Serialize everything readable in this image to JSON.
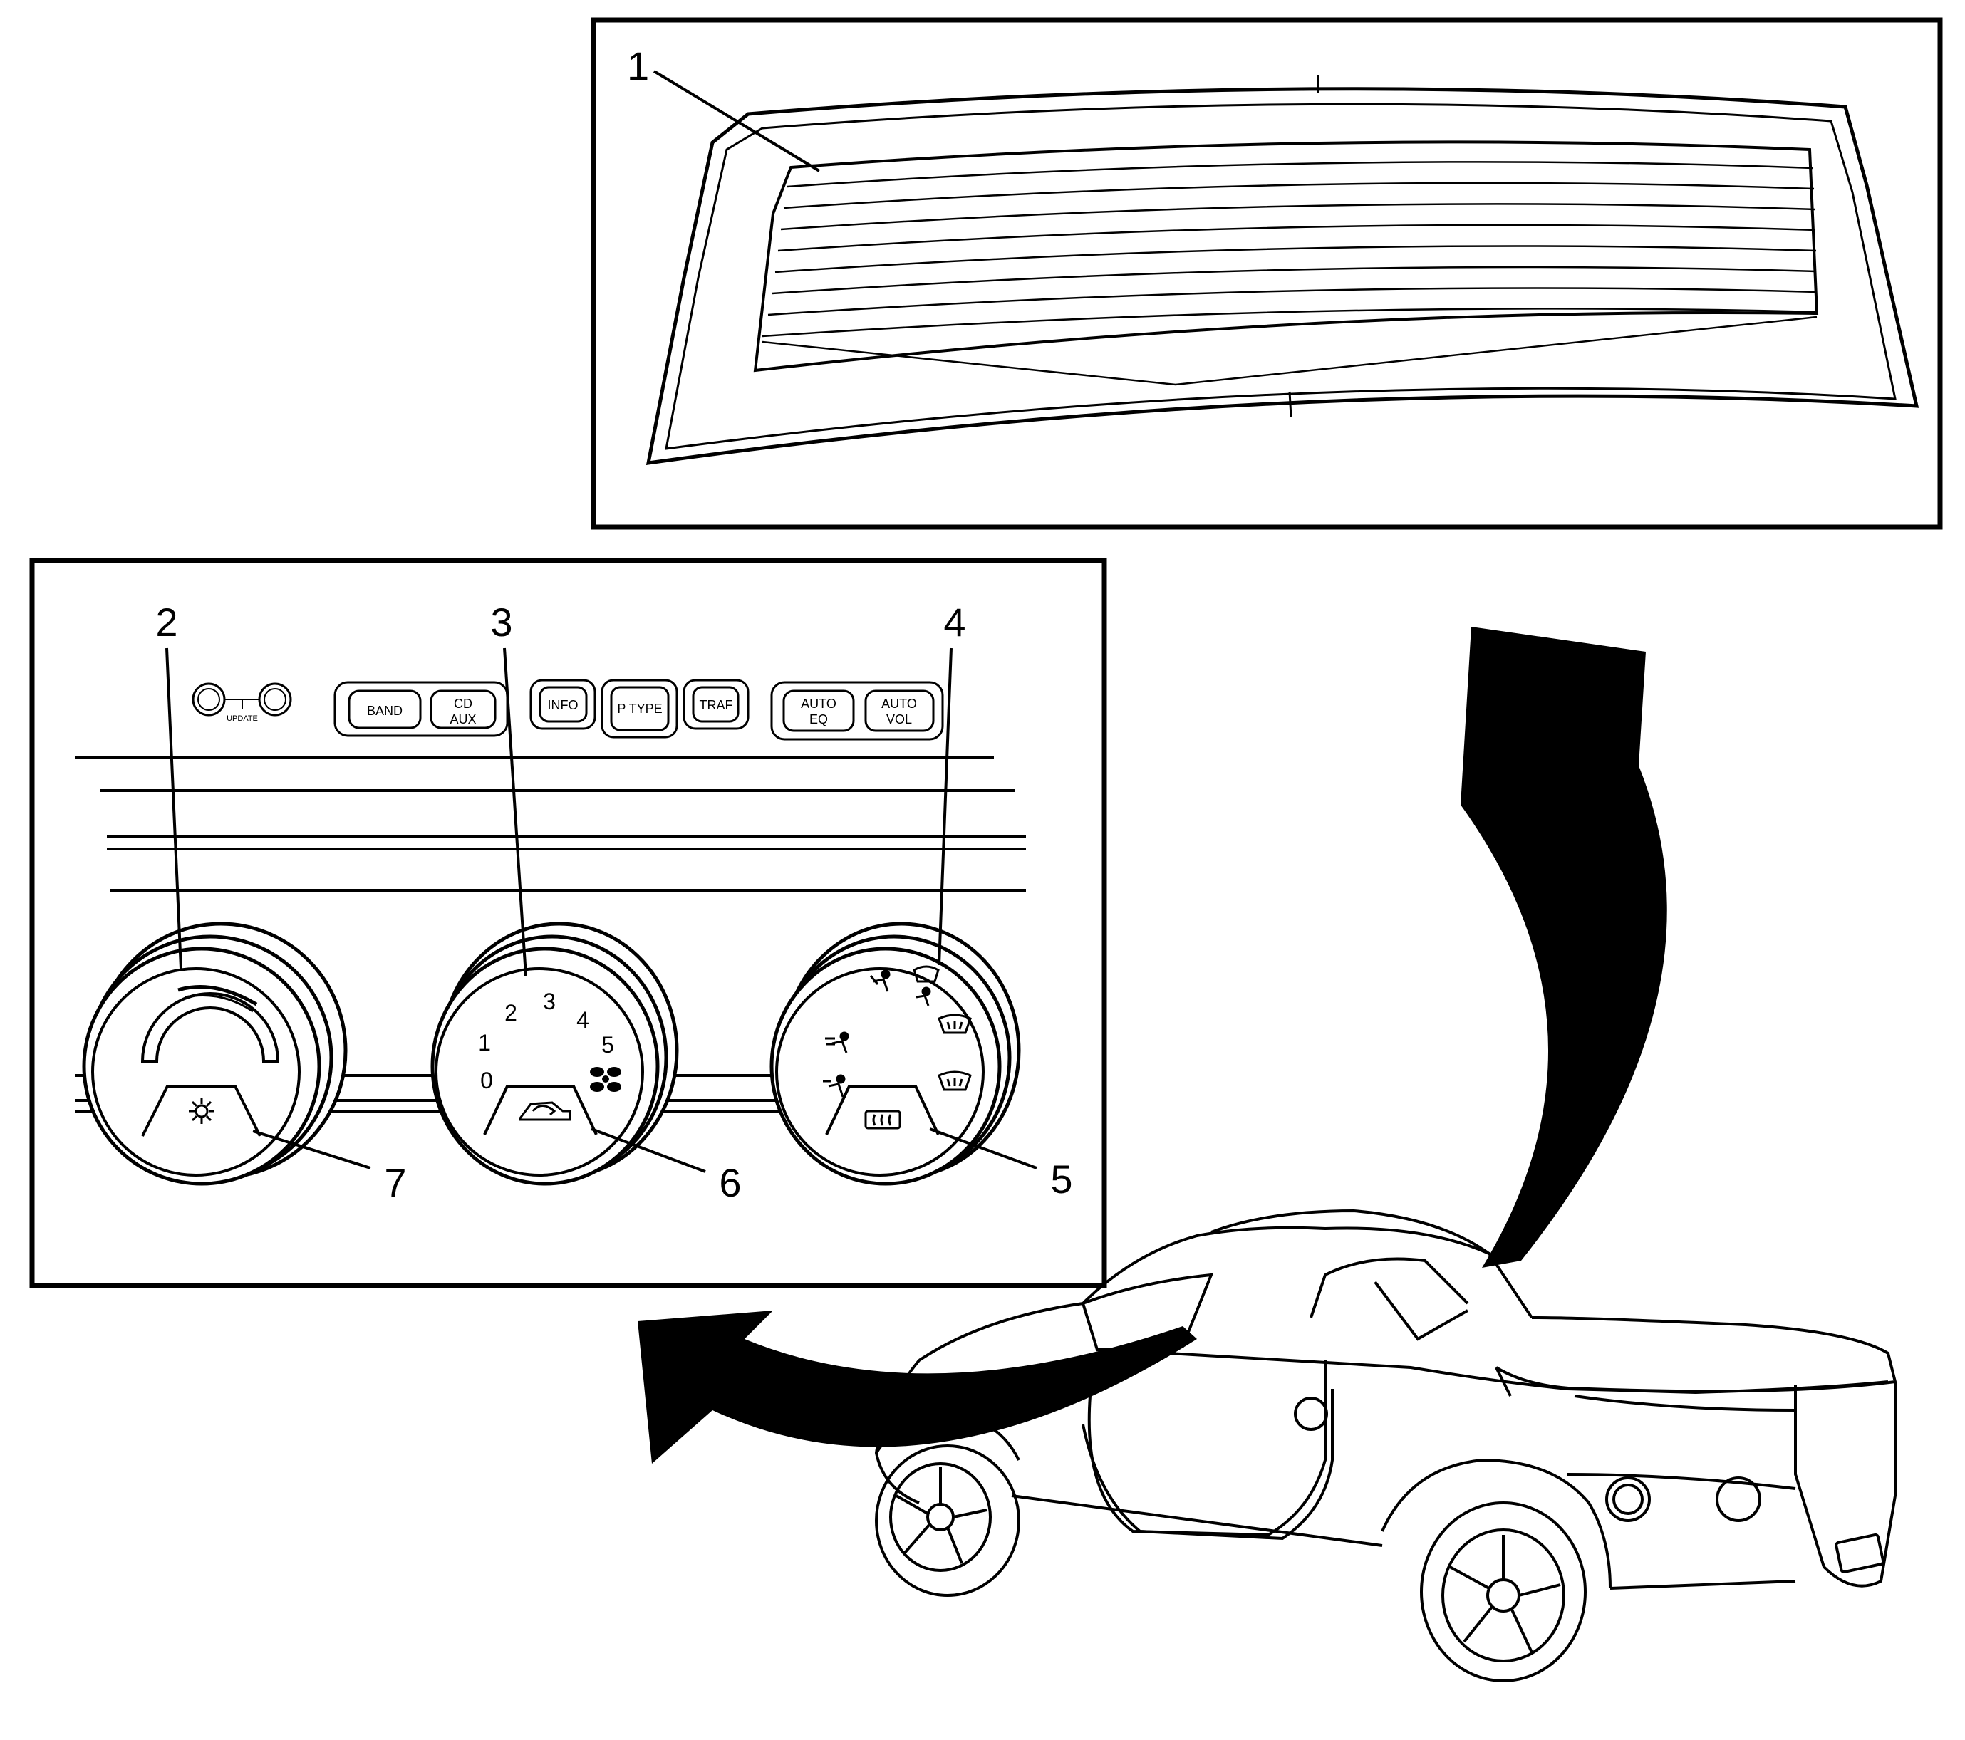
{
  "callouts": {
    "c1": "1",
    "c2": "2",
    "c3": "3",
    "c4": "4",
    "c5": "5",
    "c6": "6",
    "c7": "7"
  },
  "radio_buttons": {
    "update": "UPDATE",
    "band": "BAND",
    "cd": "CD",
    "aux": "AUX",
    "info": "INFO",
    "ptype": "P TYPE",
    "traf": "TRAF",
    "auto_eq_1": "AUTO",
    "auto_eq_2": "EQ",
    "auto_vol_1": "AUTO",
    "auto_vol_2": "VOL"
  },
  "fan_dial": {
    "n0": "0",
    "n1": "1",
    "n2": "2",
    "n3": "3",
    "n4": "4",
    "n5": "5"
  },
  "icons": [
    "snowflake-icon",
    "fan-icon",
    "recirculation-icon",
    "rear-defrost-icon",
    "windshield-defrost-icon",
    "vent-icon",
    "floor-vent-icon"
  ],
  "colors": {
    "line": "#000000",
    "background": "#ffffff"
  }
}
